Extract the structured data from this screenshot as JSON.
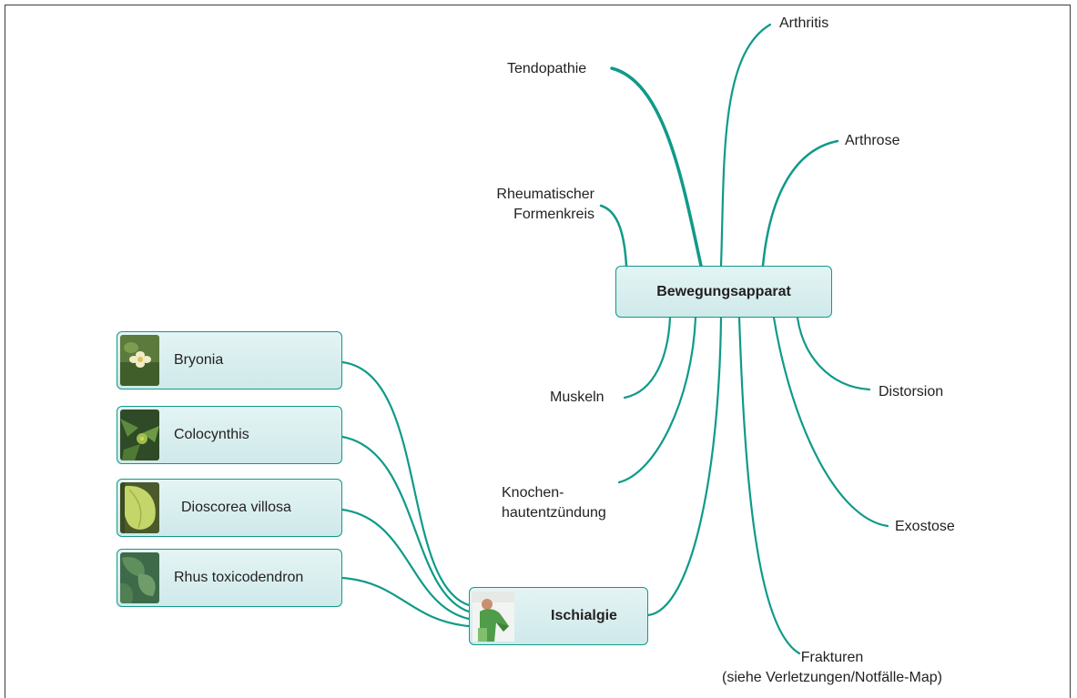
{
  "diagram": {
    "center": {
      "label": "Bewegungsapparat"
    },
    "branches": {
      "arthritis": "Arthritis",
      "tendopathie": "Tendopathie",
      "arthrose": "Arthrose",
      "rheuma_line1": "Rheumatischer",
      "rheuma_line2": "Formenkreis",
      "muskeln": "Muskeln",
      "distorsion": "Distorsion",
      "knochen_line1": "Knochen-",
      "knochen_line2": "hautentzündung",
      "exostose": "Exostose",
      "frakturen_line1": "Frakturen",
      "frakturen_line2": "(siehe Verletzungen/Notfälle-Map)"
    },
    "sub_node": {
      "label": "Ischialgie",
      "image_icon": "patient-photo"
    },
    "remedies": [
      {
        "label": "Bryonia",
        "image_icon": "bryonia-plant-photo"
      },
      {
        "label": "Colocynthis",
        "image_icon": "colocynthis-plant-photo"
      },
      {
        "label": "Dioscorea villosa",
        "image_icon": "dioscorea-plant-photo"
      },
      {
        "label": "Rhus toxicodendron",
        "image_icon": "rhus-plant-photo"
      }
    ],
    "colors": {
      "connector": "#0f9a89",
      "node_fill": "#d6eeee",
      "node_border": "#0f9a89"
    }
  }
}
